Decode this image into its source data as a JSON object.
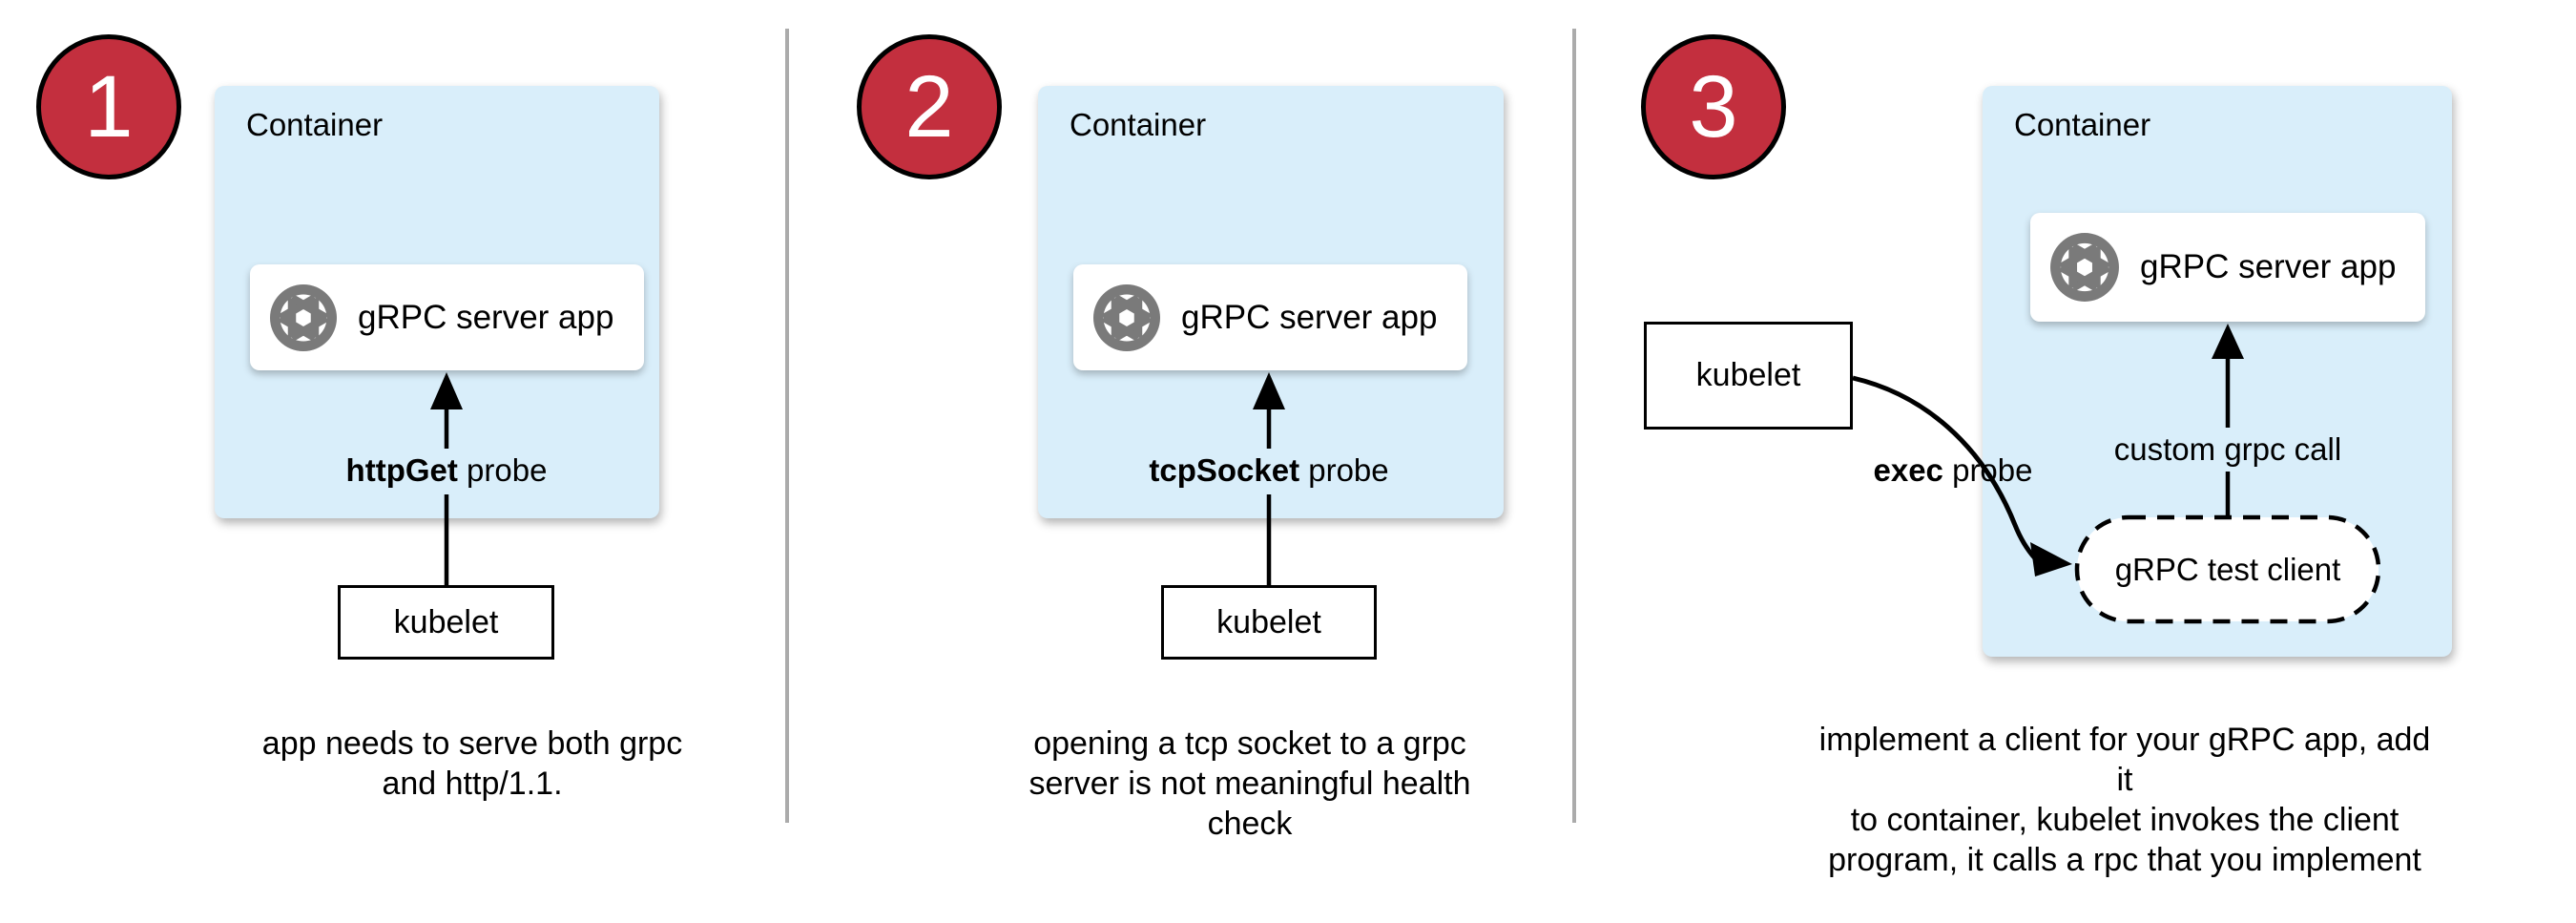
{
  "colors": {
    "container_fill": "#D9EEFA",
    "badge_fill": "#C32F3E",
    "badge_border": "#000000",
    "icon_gray": "#7A7A7A",
    "divider_gray": "#ABABAB",
    "connector_black": "#000000",
    "node_fill": "#FFFFFF",
    "text_black": "#000000"
  },
  "icons": {
    "app_icon": "camera-shutter-icon"
  },
  "panels": [
    {
      "number": "1",
      "container_label": "Container",
      "app_label": "gRPC server app",
      "probe_bold": "httpGet",
      "probe_rest": " probe",
      "kubelet_label": "kubelet",
      "caption_lines": [
        "app needs to serve both grpc",
        "and http/1.1."
      ]
    },
    {
      "number": "2",
      "container_label": "Container",
      "app_label": "gRPC server app",
      "probe_bold": "tcpSocket",
      "probe_rest": " probe",
      "kubelet_label": "kubelet",
      "caption_lines": [
        "opening a tcp socket to a grpc",
        "server is not meaningful health",
        "check"
      ]
    },
    {
      "number": "3",
      "container_label": "Container",
      "app_label": "gRPC server app",
      "probe_bold": "exec",
      "probe_rest": " probe",
      "kubelet_label": "kubelet",
      "call_label": "custom grpc call",
      "test_client_label": "gRPC test client",
      "caption_lines": [
        "implement a client for your gRPC app, add it",
        "to container, kubelet invokes the client",
        "program, it calls a rpc that you implement"
      ]
    }
  ]
}
